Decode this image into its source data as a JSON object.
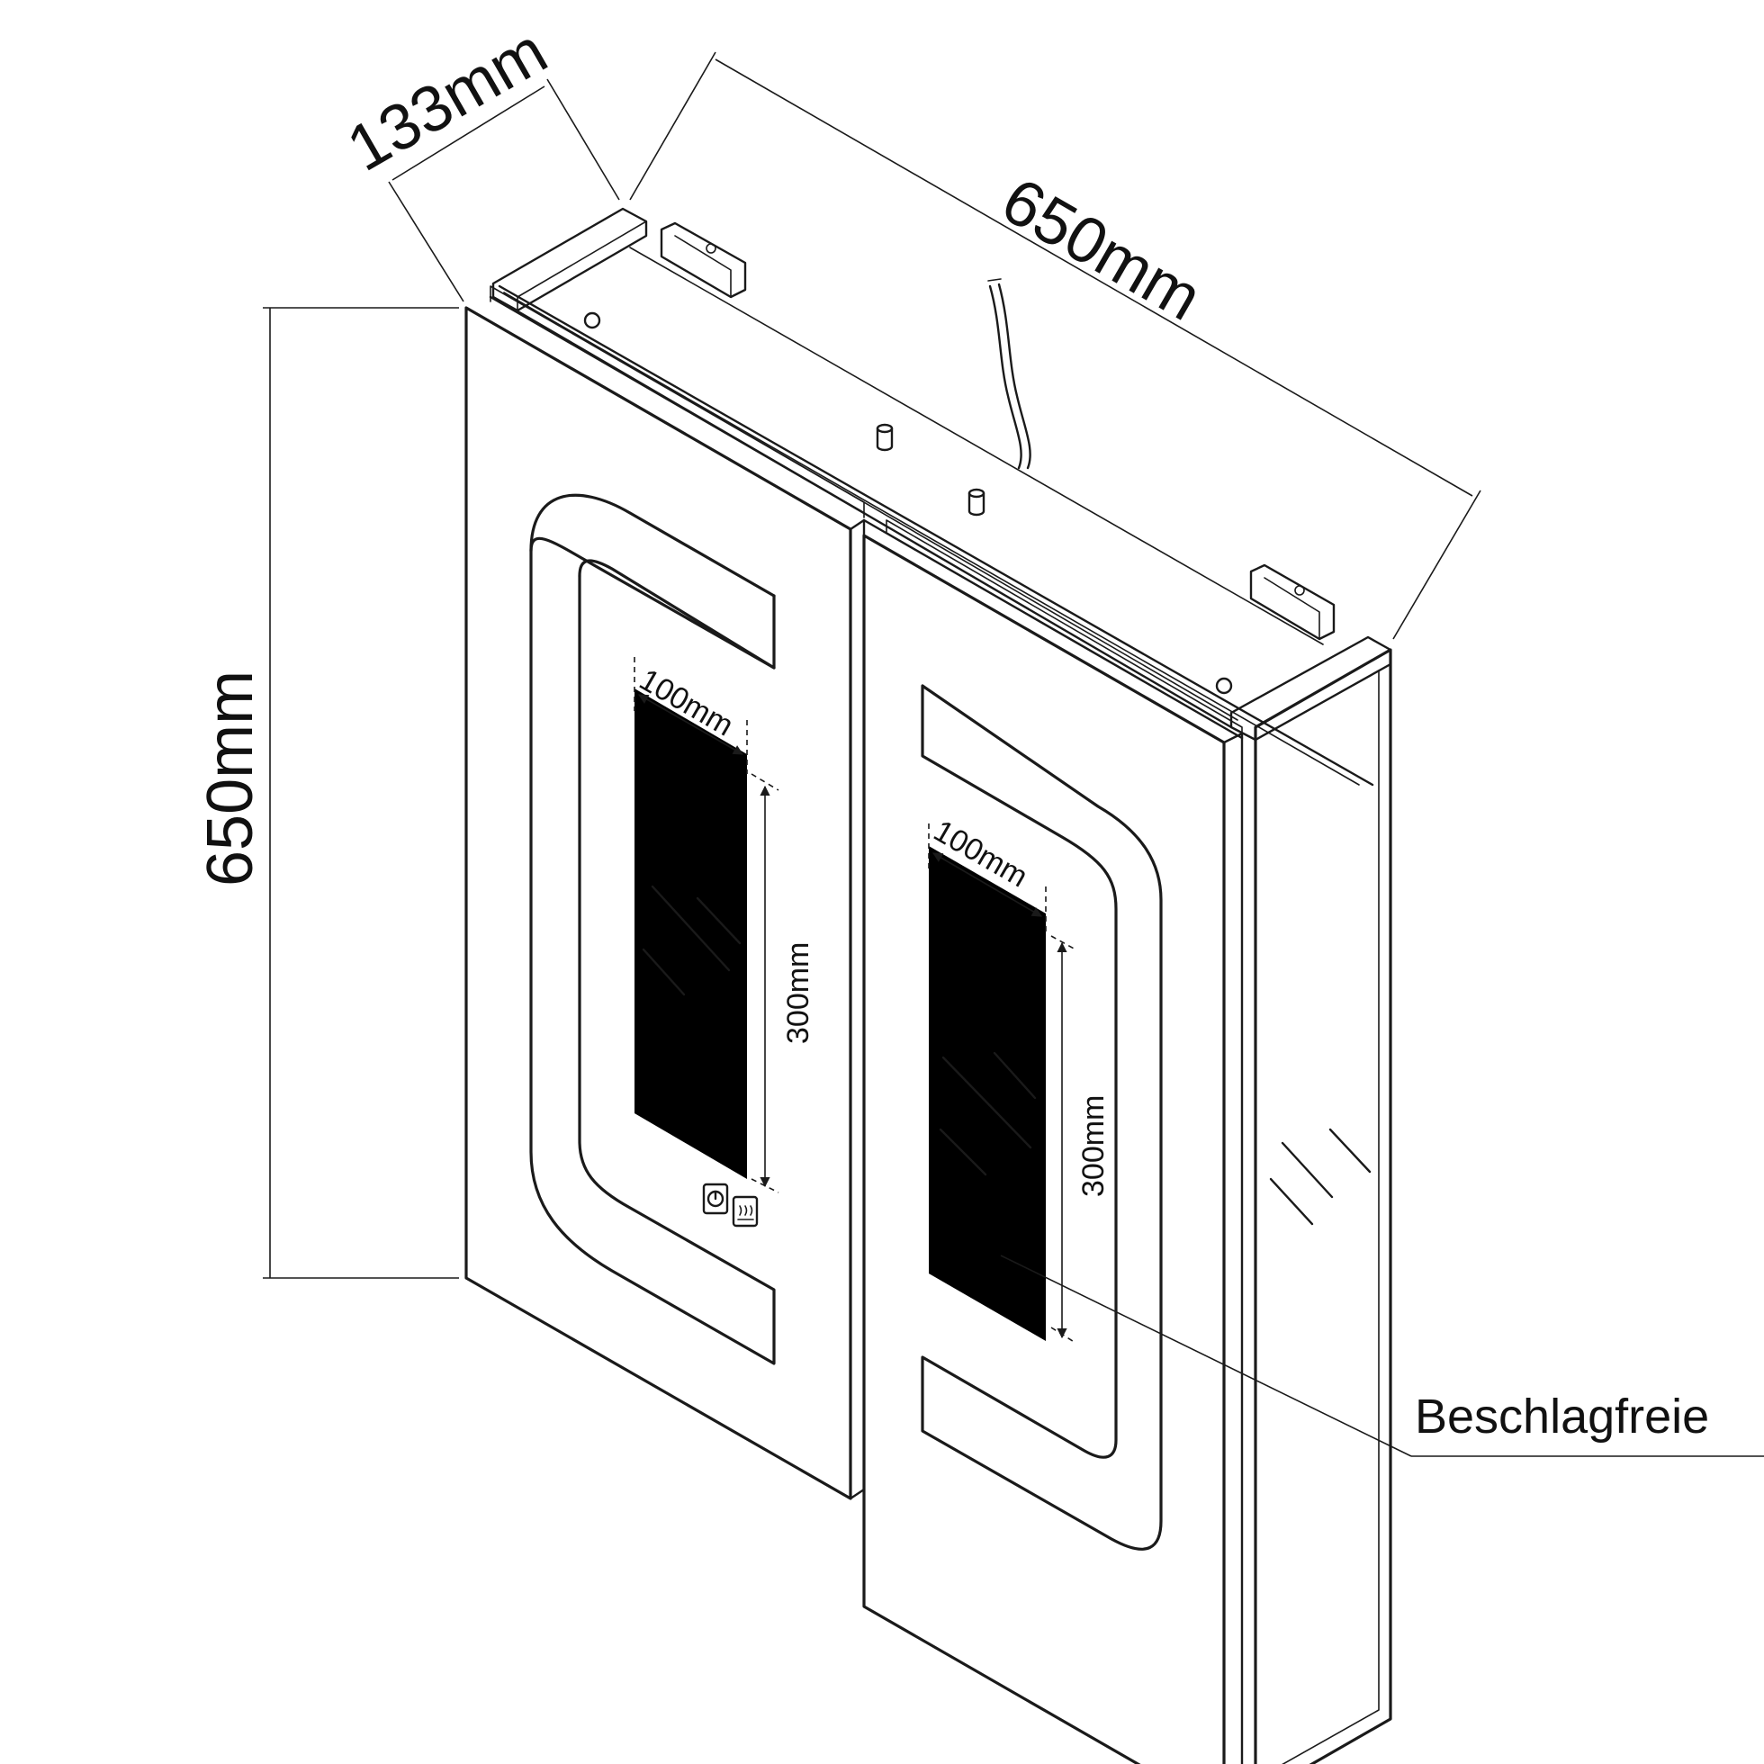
{
  "dimensions": {
    "depth": "133mm",
    "width": "650mm",
    "height": "650mm",
    "left_door_inner_width": "100mm",
    "left_door_inner_height": "300mm",
    "right_door_inner_width": "100mm",
    "right_door_inner_height": "300mm"
  },
  "callout": {
    "label": "Beschlagfreie"
  },
  "icons": [
    "power-switch-icon",
    "defogger-icon"
  ]
}
